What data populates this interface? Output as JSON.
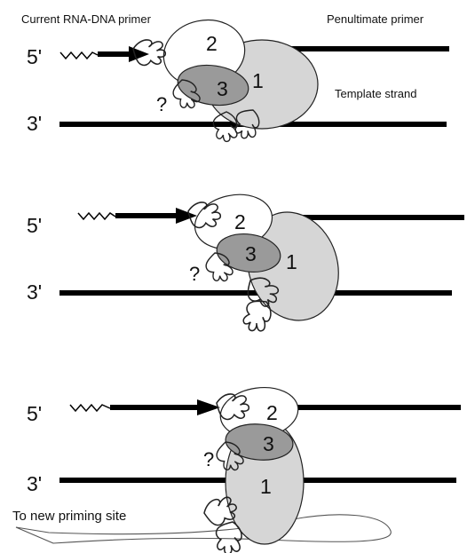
{
  "header": {
    "current_primer": "Current RNA-DNA primer",
    "penultimate_primer": "Penultimate primer",
    "template_strand": "Template strand"
  },
  "strand_labels": {
    "five_prime": "5'",
    "three_prime": "3'"
  },
  "subunits": {
    "one": "1",
    "two": "2",
    "three": "3",
    "unknown": "?"
  },
  "footer": {
    "new_site": "To new priming site"
  },
  "colors": {
    "strand": "#000000",
    "subunit_1": "#d6d6d6",
    "subunit_2": "#ffffff",
    "subunit_3": "#9a9a9a"
  }
}
